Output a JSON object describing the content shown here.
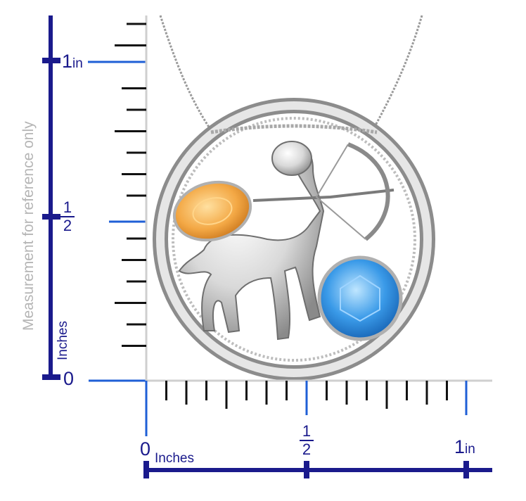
{
  "image": {
    "subject": "Sagittarius pendant necklace",
    "gems": [
      "citrine-oval",
      "blue-topaz-round"
    ]
  },
  "ruler": {
    "vertical": {
      "top_number": "1",
      "top_unit": "in",
      "half_num": "1",
      "half_den": "2",
      "zero": "0",
      "unit_word": "Inches",
      "caption": "Measurement for reference only"
    },
    "horizontal": {
      "zero": "0",
      "unit_word": "Inches",
      "half_num": "1",
      "half_den": "2",
      "one_number": "1",
      "one_unit": "in"
    }
  },
  "colors": {
    "ruler_navy": "#1a1a8c",
    "ruler_blue": "#1f5fd6",
    "tick_black": "#111111",
    "caption_gray": "#b5b5b5",
    "silver": "#c8c8c8",
    "citrine": "#f2a640",
    "topaz": "#2f8ee0"
  }
}
